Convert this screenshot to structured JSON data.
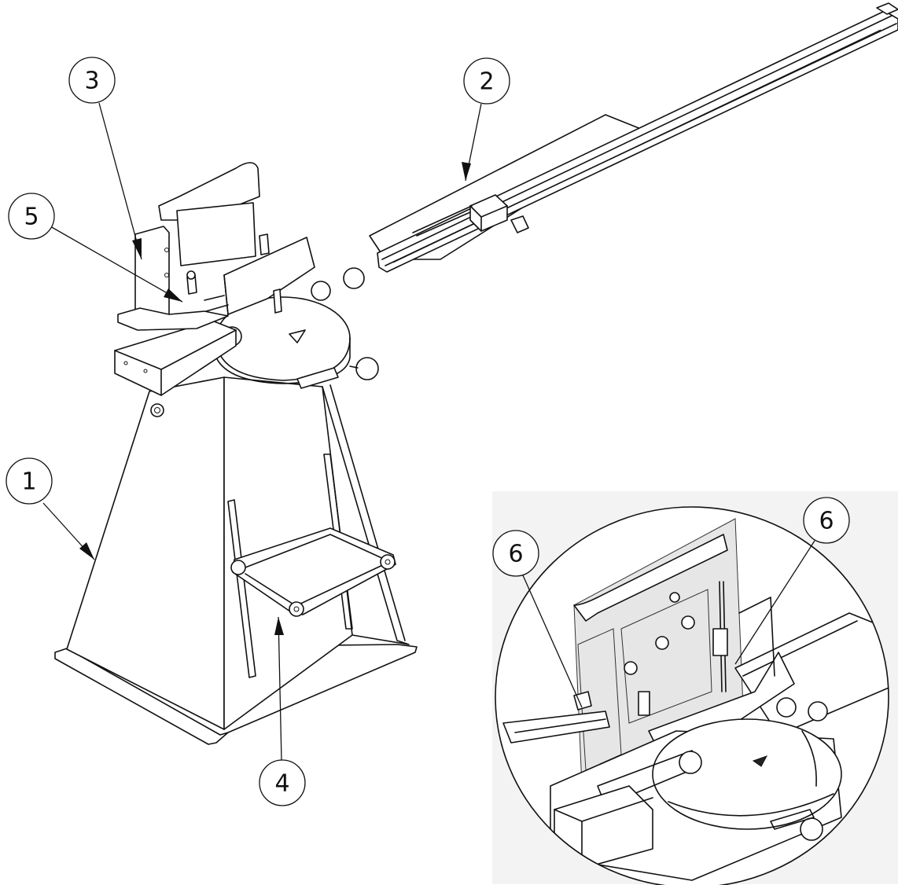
{
  "callouts": [
    {
      "id": "1",
      "label": "1"
    },
    {
      "id": "2",
      "label": "2"
    },
    {
      "id": "3",
      "label": "3"
    },
    {
      "id": "4",
      "label": "4"
    },
    {
      "id": "5",
      "label": "5"
    },
    {
      "id": "6a",
      "label": "6"
    },
    {
      "id": "6b",
      "label": "6"
    }
  ]
}
